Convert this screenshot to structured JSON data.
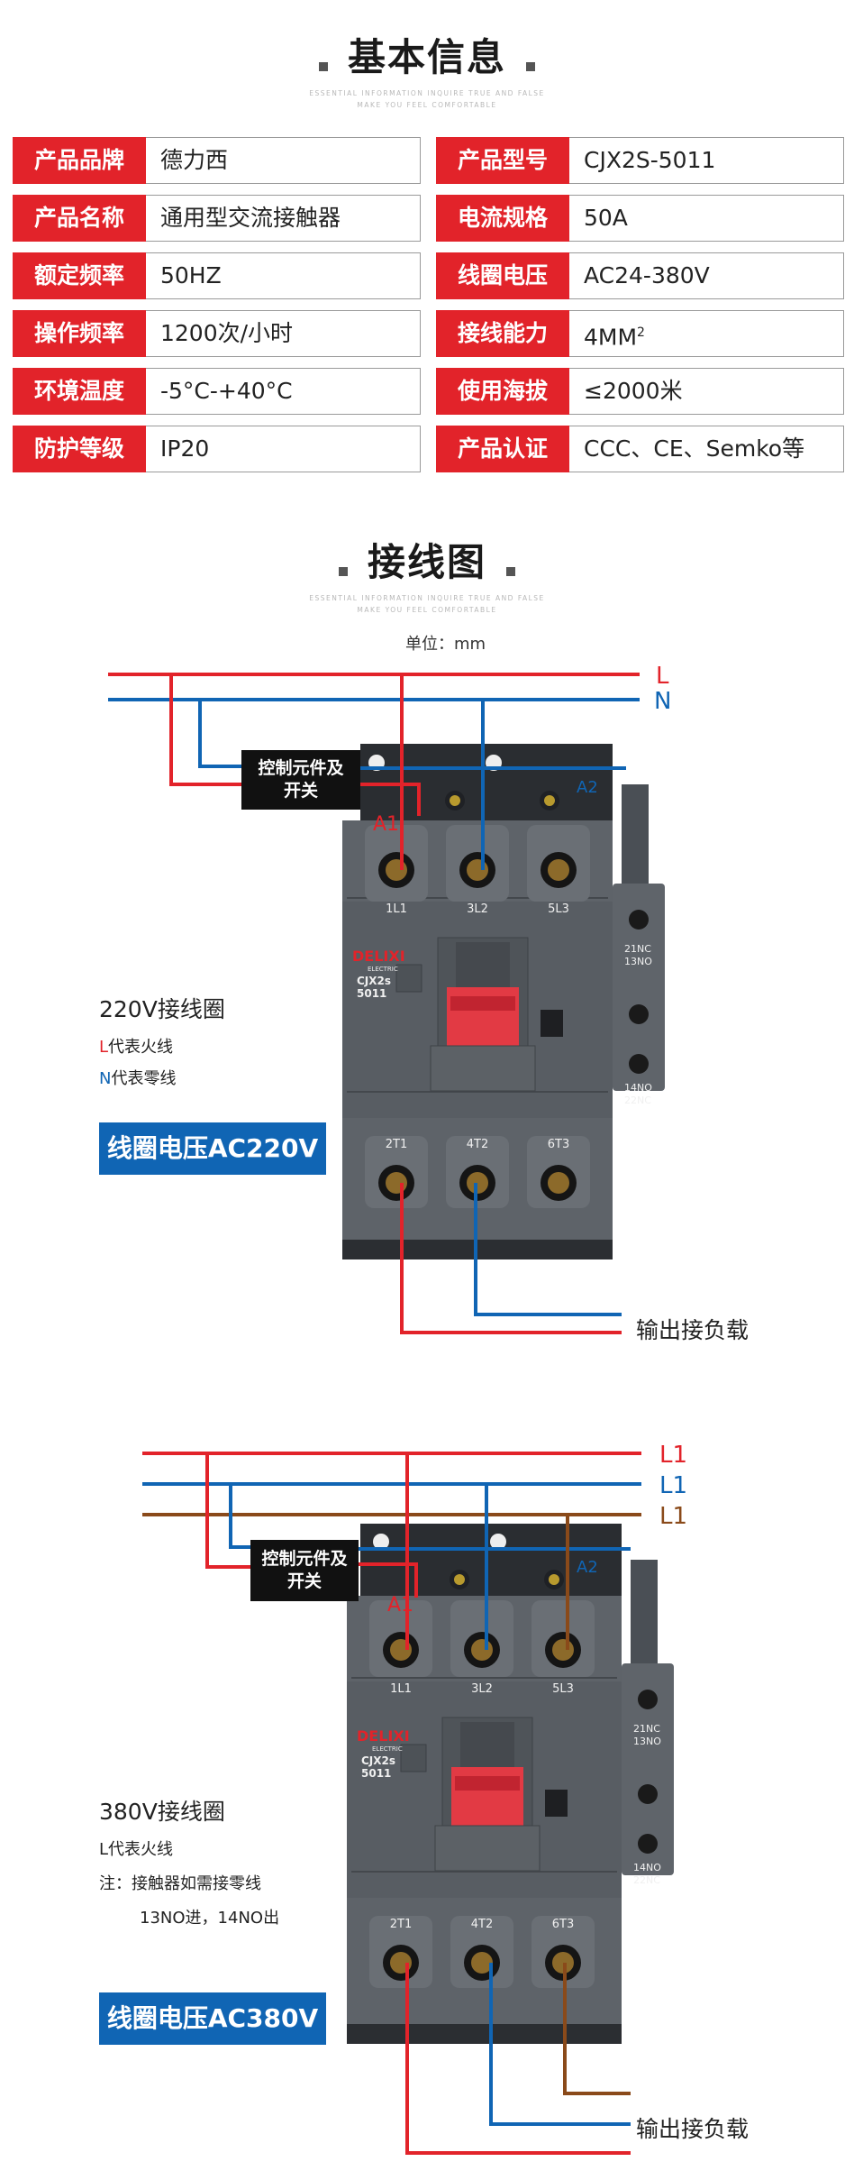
{
  "basic": {
    "title": "基本信息",
    "en_line1": "ESSENTIAL INFORMATION INQUIRE TRUE AND FALSE",
    "en_line2": "MAKE YOU FEEL COMFORTABLE",
    "rows": [
      {
        "l1": "产品品牌",
        "v1": "德力西",
        "l2": "产品型号",
        "v2": "CJX2S-5011"
      },
      {
        "l1": "产品名称",
        "v1": "通用型交流接触器",
        "l2": "电流规格",
        "v2": "50A"
      },
      {
        "l1": "额定频率",
        "v1": "50HZ",
        "l2": "线圈电压",
        "v2": "AC24-380V"
      },
      {
        "l1": "操作频率",
        "v1": "1200次/小时",
        "l2": "接线能力",
        "v2": "4MM",
        "v2_sup": "2"
      },
      {
        "l1": "环境温度",
        "v1": "-5°C-+40°C",
        "l2": "使用海拔",
        "v2": "≤2000米"
      },
      {
        "l1": "防护等级",
        "v1": "IP20",
        "l2": "产品认证",
        "v2": "CCC、CE、Semko等"
      }
    ]
  },
  "wiring": {
    "title": "接线图",
    "en_line1": "ESSENTIAL INFORMATION INQUIRE TRUE AND FALSE",
    "en_line2": "MAKE YOU FEEL COMFORTABLE",
    "unit": "单位：mm"
  },
  "diagram1": {
    "line_l": "L",
    "line_n": "N",
    "control": [
      "控制元件及",
      "开关"
    ],
    "a1": "A1",
    "a2": "A2",
    "terminals_top": [
      "1L1",
      "3L2",
      "5L3"
    ],
    "terminals_bottom": [
      "2T1",
      "4T2",
      "6T3"
    ],
    "aux_top": [
      "21NC",
      "13NO"
    ],
    "aux_bottom": [
      "14NO",
      "22NC"
    ],
    "brand": "DELIXI",
    "brand_sub": "ELECTRIC",
    "model": [
      "CJX2s",
      "5011"
    ],
    "coil_title": "220V接线圈",
    "note1_prefix": "L",
    "note1_text": "代表火线",
    "note2_prefix": "N",
    "note2_text": "代表零线",
    "badge": "线圈电压AC220V",
    "output": "输出接负载"
  },
  "diagram2": {
    "line_1": "L1",
    "line_2": "L1",
    "line_3": "L1",
    "control": [
      "控制元件及",
      "开关"
    ],
    "a1": "A1",
    "a2": "A2",
    "terminals_top": [
      "1L1",
      "3L2",
      "5L3"
    ],
    "terminals_bottom": [
      "2T1",
      "4T2",
      "6T3"
    ],
    "aux_top": [
      "21NC",
      "13NO"
    ],
    "aux_bottom": [
      "14NO",
      "22NC"
    ],
    "brand": "DELIXI",
    "brand_sub": "ELECTRIC",
    "model": [
      "CJX2s",
      "5011"
    ],
    "coil_title": "380V接线圈",
    "note1": "L代表火线",
    "note2": "注：接触器如需接零线",
    "note3": "13NO进，14NO出",
    "badge": "线圈电压AC380V",
    "output": "输出接负载"
  },
  "colors": {
    "red": "#e2232a",
    "blue": "#1065b4",
    "brown": "#8a4a1a",
    "body": "#585d63"
  }
}
